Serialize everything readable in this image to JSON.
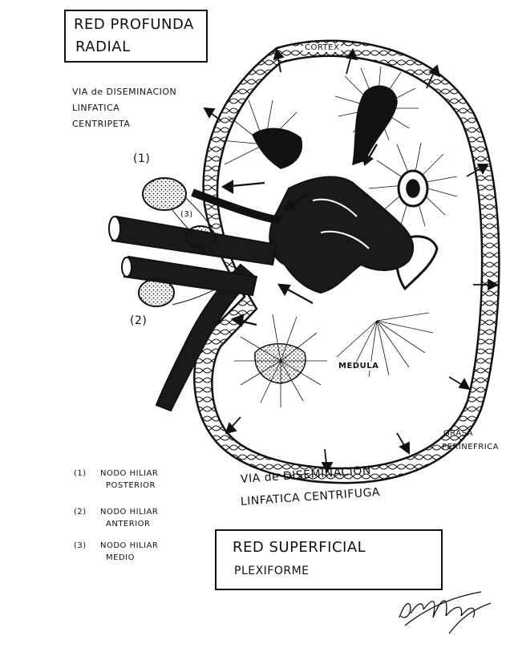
{
  "title_box_top": {
    "line1": "RED PROFUNDA",
    "line2": "RADIAL"
  },
  "via_centripeta": {
    "line1": "VIA de DISEMINACION",
    "line2": "LINFATICA",
    "line3": "CENTRIPETA"
  },
  "labels": {
    "node1": "(1)",
    "node2": "(2)",
    "node3": "(3)",
    "cortex": "CORTEX",
    "medula": "MEDULA",
    "grasa_line1": "GRASA",
    "grasa_line2": "PERINEFRICA"
  },
  "legend": [
    {
      "num": "(1)",
      "line1": "NODO HILIAR",
      "line2": "POSTERIOR"
    },
    {
      "num": "(2)",
      "line1": "NODO HILIAR",
      "line2": "ANTERIOR"
    },
    {
      "num": "(3)",
      "line1": "NODO HILIAR",
      "line2": "MEDIO"
    }
  ],
  "via_centrifuga": {
    "line1": "VIA de DISEMINACION",
    "line2": "LINFATICA CENTRIFUGA"
  },
  "title_box_bottom": {
    "line1": "RED SUPERFICIAL",
    "line2": "PLEXIFORME"
  },
  "signature": "Prof Hernandez",
  "colors": {
    "ink": "#111111",
    "paper": "#ffffff"
  }
}
